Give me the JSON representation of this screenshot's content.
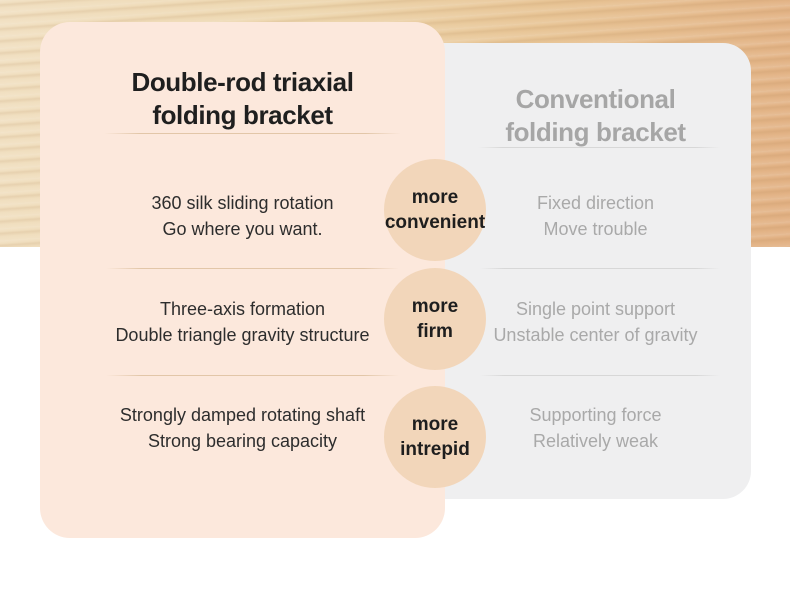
{
  "graphic": {
    "type": "product-comparison-infographic"
  },
  "colors": {
    "left_card_bg": "#fce8dc",
    "right_card_bg": "#efeff0",
    "badge_bg": "#f2d6ba",
    "dark_text": "#1f1f1f",
    "gray_text": "#a6a6a6",
    "tan_divider": "#d9bb97",
    "gray_divider": "#d7d7d7",
    "wood_light": "#f1e0c2",
    "wood_dark": "#e2b184"
  },
  "left_card": {
    "title_line1": "Double-rod triaxial",
    "title_line2": "folding bracket",
    "rows": [
      {
        "line1": "360 silk sliding rotation",
        "line2": "Go where you want."
      },
      {
        "line1": "Three-axis formation",
        "line2": "Double triangle gravity structure"
      },
      {
        "line1": "Strongly damped rotating shaft",
        "line2": "Strong bearing capacity"
      }
    ]
  },
  "right_card": {
    "title_line1": "Conventional",
    "title_line2": "folding bracket",
    "rows": [
      {
        "line1": "Fixed direction",
        "line2": "Move trouble"
      },
      {
        "line1": "Single point support",
        "line2": "Unstable center of gravity"
      },
      {
        "line1": "Supporting force",
        "line2": "Relatively weak"
      }
    ]
  },
  "badges": [
    {
      "line1": "more",
      "line2": "convenient"
    },
    {
      "line1": "more",
      "line2": "firm"
    },
    {
      "line1": "more",
      "line2": "intrepid"
    }
  ]
}
